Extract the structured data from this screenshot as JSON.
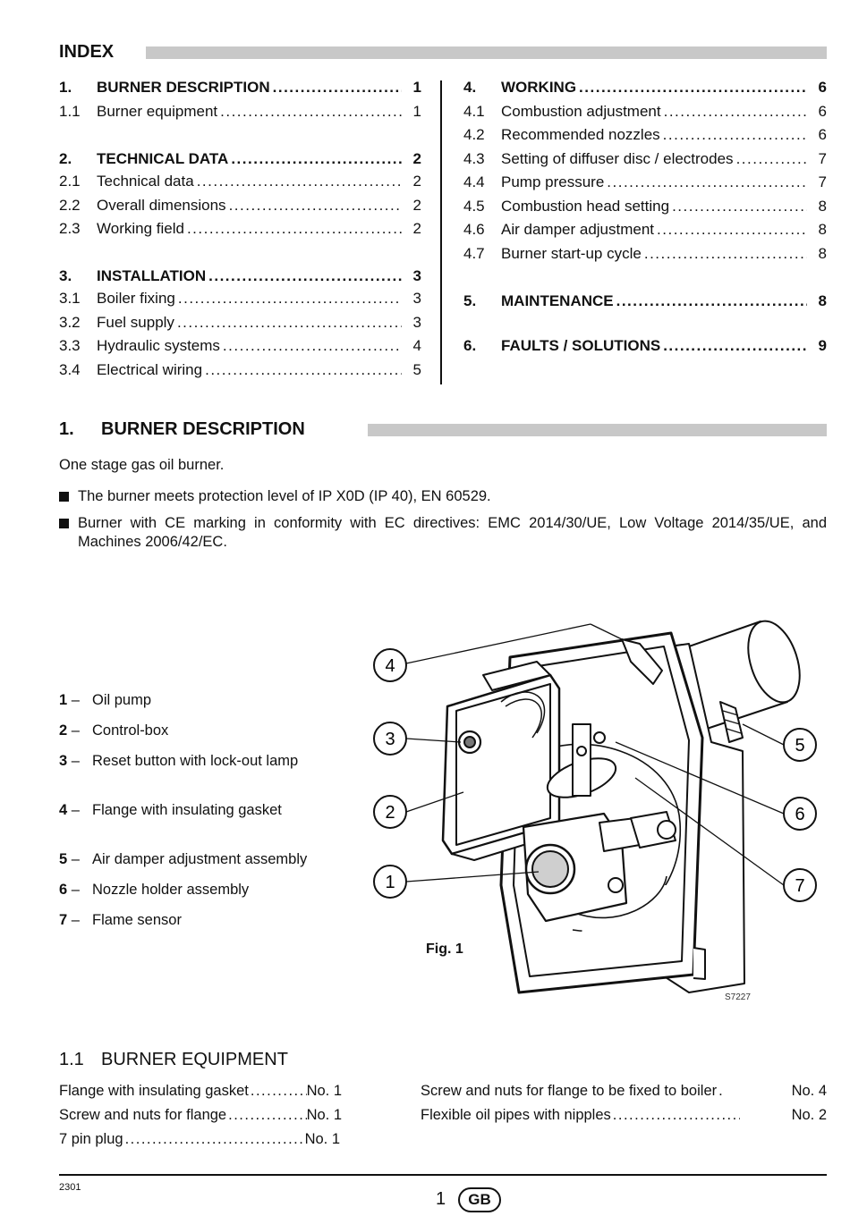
{
  "index": {
    "title": "INDEX",
    "left": [
      {
        "num": "1.",
        "title": "BURNER DESCRIPTION",
        "page": "1",
        "major": true
      },
      {
        "num": "1.1",
        "title": "Burner equipment",
        "page": "1",
        "major": false
      },
      {
        "num": "2.",
        "title": "TECHNICAL DATA",
        "page": "2",
        "major": true
      },
      {
        "num": "2.1",
        "title": "Technical data",
        "page": "2",
        "major": false
      },
      {
        "num": "2.2",
        "title": "Overall dimensions",
        "page": "2",
        "major": false
      },
      {
        "num": "2.3",
        "title": "Working field",
        "page": "2",
        "major": false
      },
      {
        "num": "3.",
        "title": "INSTALLATION",
        "page": "3",
        "major": true
      },
      {
        "num": "3.1",
        "title": "Boiler fixing",
        "page": "3",
        "major": false
      },
      {
        "num": "3.2",
        "title": "Fuel supply",
        "page": "3",
        "major": false
      },
      {
        "num": "3.3",
        "title": "Hydraulic systems",
        "page": "4",
        "major": false
      },
      {
        "num": "3.4",
        "title": "Electrical wiring",
        "page": "5",
        "major": false
      }
    ],
    "right": [
      {
        "num": "4.",
        "title": "WORKING",
        "page": "6",
        "major": true
      },
      {
        "num": "4.1",
        "title": "Combustion adjustment",
        "page": "6",
        "major": false
      },
      {
        "num": "4.2",
        "title": "Recommended nozzles",
        "page": "6",
        "major": false
      },
      {
        "num": "4.3",
        "title": "Setting of diffuser disc / electrodes",
        "page": "7",
        "major": false
      },
      {
        "num": "4.4",
        "title": "Pump pressure",
        "page": "7",
        "major": false
      },
      {
        "num": "4.5",
        "title": "Combustion head setting",
        "page": "8",
        "major": false
      },
      {
        "num": "4.6",
        "title": "Air damper adjustment",
        "page": "8",
        "major": false
      },
      {
        "num": "4.7",
        "title": "Burner start-up cycle",
        "page": "8",
        "major": false
      },
      {
        "num": "5.",
        "title": "MAINTENANCE",
        "page": "8",
        "major": true
      },
      {
        "num": "6.",
        "title": "FAULTS / SOLUTIONS",
        "page": "9",
        "major": true
      }
    ]
  },
  "section1": {
    "num": "1.",
    "title": "BURNER DESCRIPTION",
    "intro": "One stage gas oil burner.",
    "bullets": [
      "The burner meets protection level of  IP X0D (IP 40), EN 60529.",
      "Burner with CE marking in conformity with EC directives: EMC 2014/30/UE, Low Voltage 2014/35/UE, and Machines 2006/42/EC."
    ]
  },
  "legend": [
    {
      "n": "1",
      "text": "Oil pump"
    },
    {
      "n": "2",
      "text": "Control-box"
    },
    {
      "n": "3",
      "text": "Reset button with lock-out lamp"
    },
    {
      "n": "4",
      "text": "Flange with insulating gasket"
    },
    {
      "n": "5",
      "text": "Air damper adjustment assembly"
    },
    {
      "n": "6",
      "text": "Nozzle holder assembly"
    },
    {
      "n": "7",
      "text": "Flame sensor"
    }
  ],
  "figure": {
    "label": "Fig. 1",
    "code": "S7227",
    "callouts": [
      "1",
      "2",
      "3",
      "4",
      "5",
      "6",
      "7"
    ]
  },
  "section11": {
    "num": "1.1",
    "title": "BURNER EQUIPMENT",
    "left": [
      {
        "title": "Flange with insulating gasket",
        "value": "No. 1"
      },
      {
        "title": "Screw and nuts for flange",
        "value": "No. 1"
      },
      {
        "title": "7 pin plug",
        "value": "No. 1"
      }
    ],
    "right": [
      {
        "title": "Screw and nuts for flange to be fixed to boiler",
        "value": "No. 4"
      },
      {
        "title": "Flexible oil pipes with nipples",
        "value": "No. 2"
      }
    ]
  },
  "footer": {
    "code": "2301",
    "page": "1",
    "lang": "GB"
  }
}
